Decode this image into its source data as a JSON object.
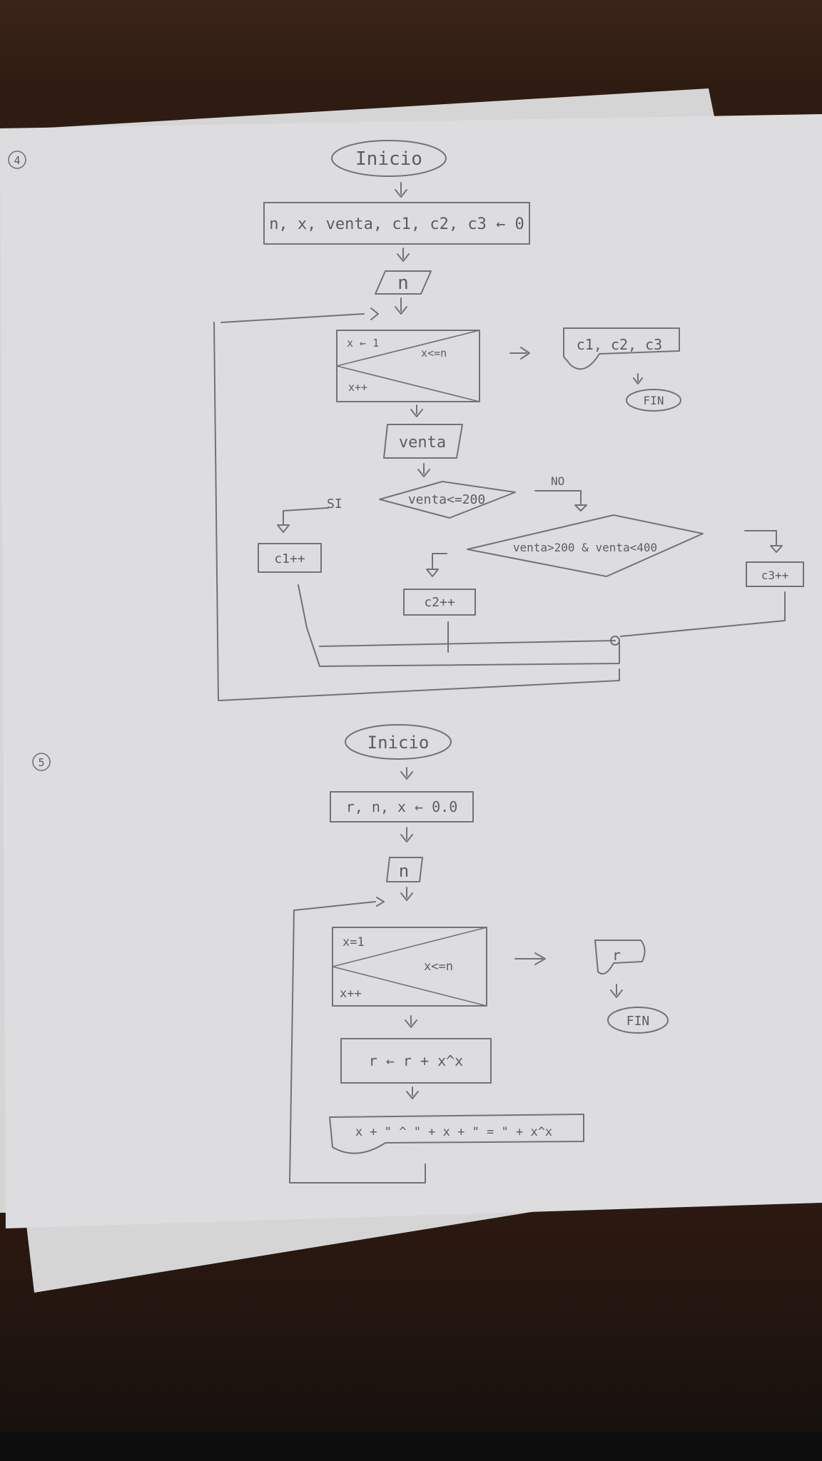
{
  "flowchart_4": {
    "number": "4",
    "start": "Inicio",
    "init": "n, x, venta, c1, c2, c3 ← 0",
    "input_n": "n",
    "loop_init": "x ← 1",
    "loop_cond": "x<=n",
    "loop_step": "x++",
    "output": "c1, c2, c3",
    "end": "FIN",
    "input_venta": "venta",
    "cond1": "venta<=200",
    "yes_label": "SI",
    "no_label": "NO",
    "cond2": "venta>200 & venta<400",
    "c1_inc": "c1++",
    "c2_inc": "c2++",
    "c3_inc": "c3++"
  },
  "flowchart_5": {
    "number": "5",
    "start": "Inicio",
    "init": "r, n, x ← 0.0",
    "input_n": "n",
    "loop_init": "x=1",
    "loop_cond": "x<=n",
    "loop_step": "x++",
    "output": "r",
    "end": "FIN",
    "assign": "r ← r + x^x",
    "print": "x + \" ^ \" + x + \" = \" + x^x"
  }
}
